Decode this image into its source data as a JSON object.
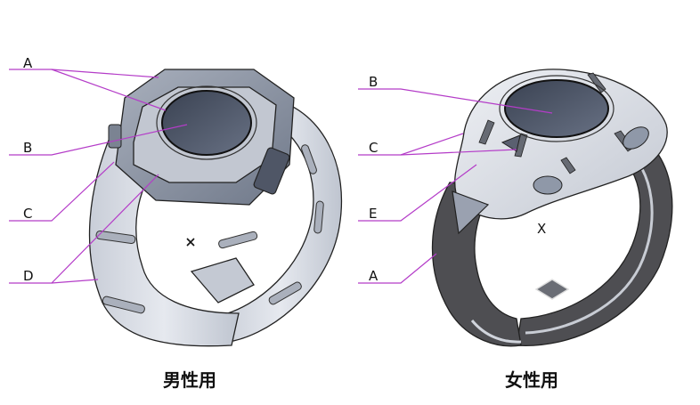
{
  "male": {
    "caption": "男性用",
    "labels": [
      "A",
      "B",
      "C",
      "D"
    ]
  },
  "female": {
    "caption": "女性用",
    "labels": [
      "B",
      "C",
      "E",
      "A"
    ],
    "mark": "X"
  },
  "colors": {
    "leader": "#b43cc8",
    "band_light": "#d7dbe3",
    "housing_dark": "#8d96a6",
    "screen": "#4d5566",
    "band_dark": "#4e4e52"
  }
}
